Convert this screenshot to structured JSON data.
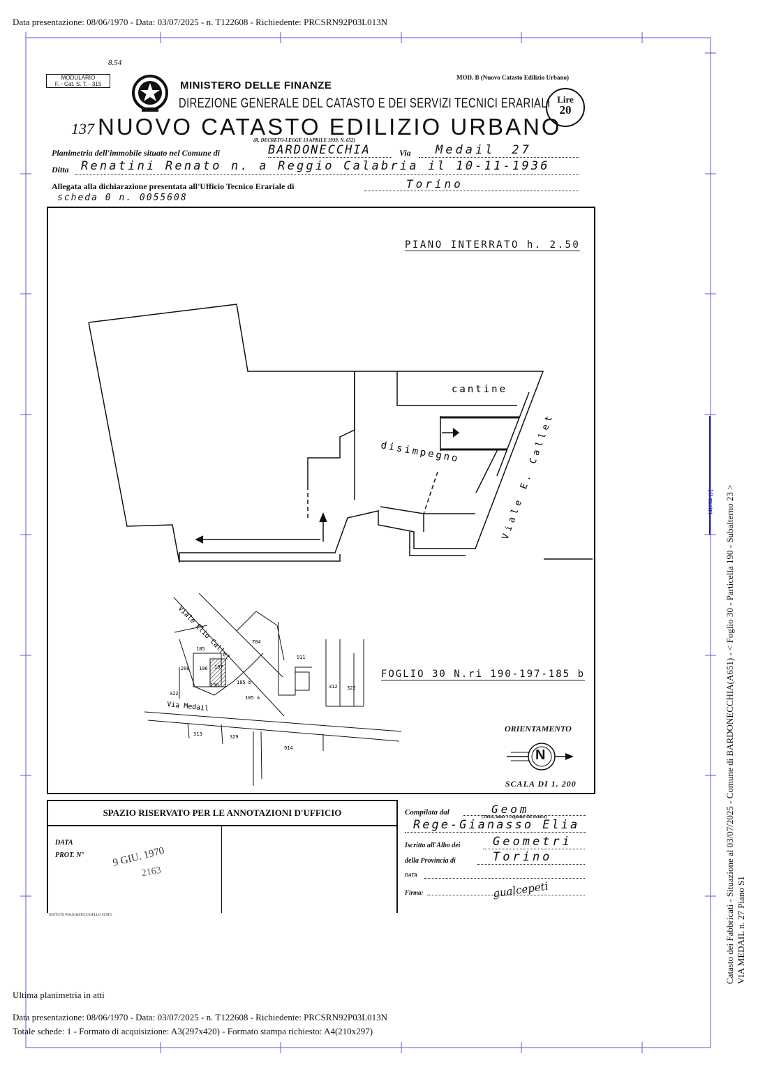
{
  "header_line": "Data presentazione: 08/06/1970 - Data: 03/07/2025 - n. T122608 - Richiedente: PRCSRN92P03L013N",
  "form": {
    "modulario": "MODULARIO",
    "modulario_code": "F. - Cat. S. T. - 315",
    "handwritten_corner": "8.54",
    "ministry": "MINISTERO DELLE FINANZE",
    "mod": "MOD. B (Nuovo Catasto Edilizio Urbano)",
    "direction": "DIREZIONE GENERALE DEL CATASTO E DEI SERVIZI TECNICI ERARIALI",
    "lire": "Lire",
    "lire_value": "20",
    "number_prefix": "137",
    "title": "NUOVO CATASTO EDILIZIO URBANO",
    "decree": "(R. DECRETO-LEGGE 13 APRILE 1939, N. 652)",
    "planimetria_label": "Planimetria dell'immobile situato nel Comune di",
    "comune": "BARDONECCHIA",
    "via_label": "Via",
    "via": "Medail",
    "civico": "27",
    "ditta_label": "Ditta",
    "ditta": "Renatini Renato n. a Reggio Calabria il 10-11-1936",
    "allegata_label": "Allegata alla dichiarazione presentata all'Ufficio Tecnico Erariale di",
    "ufficio": "Torino",
    "scheda": "scheda 0 n. 0055608"
  },
  "plan": {
    "floor_label": "PIANO INTERRATO h. 2.50",
    "room_cantine": "cantine",
    "room_disimpegno": "disimpegno",
    "street_label": "Viale E. Callet",
    "foglio": "FOGLIO 30 N.ri 190-197-185 b",
    "orientamento": "ORIENTAMENTO",
    "north": "N",
    "scala": "SCALA DI 1. 200",
    "map_labels": [
      "Viale Elio Callet",
      "Via Medail",
      "704",
      "911",
      "185",
      "200",
      "196",
      "197",
      "190",
      "185 b",
      "185 a",
      "322",
      "322",
      "312",
      "313",
      "329",
      "914"
    ]
  },
  "annotations": {
    "box_title": "SPAZIO RISERVATO PER LE ANNOTAZIONI D'UFFICIO",
    "data_label": "DATA",
    "prot_label": "PROT. N°",
    "stamp_date": "9 GIU. 1970",
    "stamp_num": "2163",
    "printer": "ISTITUTO POLIGRAFICO DELLO STATO"
  },
  "compilata": {
    "label": "Compilata dal",
    "title": "Geom",
    "hint": "(Titolo, nome e cognome del tecnico)",
    "name": "Rege-Gianasso Elia",
    "albo_label": "Iscritto all'Albo dei",
    "albo": "Geometri",
    "provincia_label": "della Provincia di",
    "provincia": "Torino",
    "data_label": "DATA",
    "firma_label": "Firma:",
    "firma": "gualcepeti"
  },
  "side": {
    "scale_label": "10 metri",
    "line1": "Catasto dei Fabbricati - Situazione al 03/07/2025 - Comune di BARDONECCHIA(A651) - < Foglio 30 - Particella 190 - Subalterno 23 >",
    "line2": "VIA MEDAIL n. 27 Piano S1"
  },
  "footer": {
    "ultima": "Ultima planimetria in atti",
    "line1": "Data presentazione: 08/06/1970 - Data: 03/07/2025 - n. T122608 - Richiedente: PRCSRN92P03L013N",
    "line2": "Totale schede: 1 - Formato di acquisizione: A3(297x420)  - Formato stampa richiesto: A4(210x297)"
  }
}
